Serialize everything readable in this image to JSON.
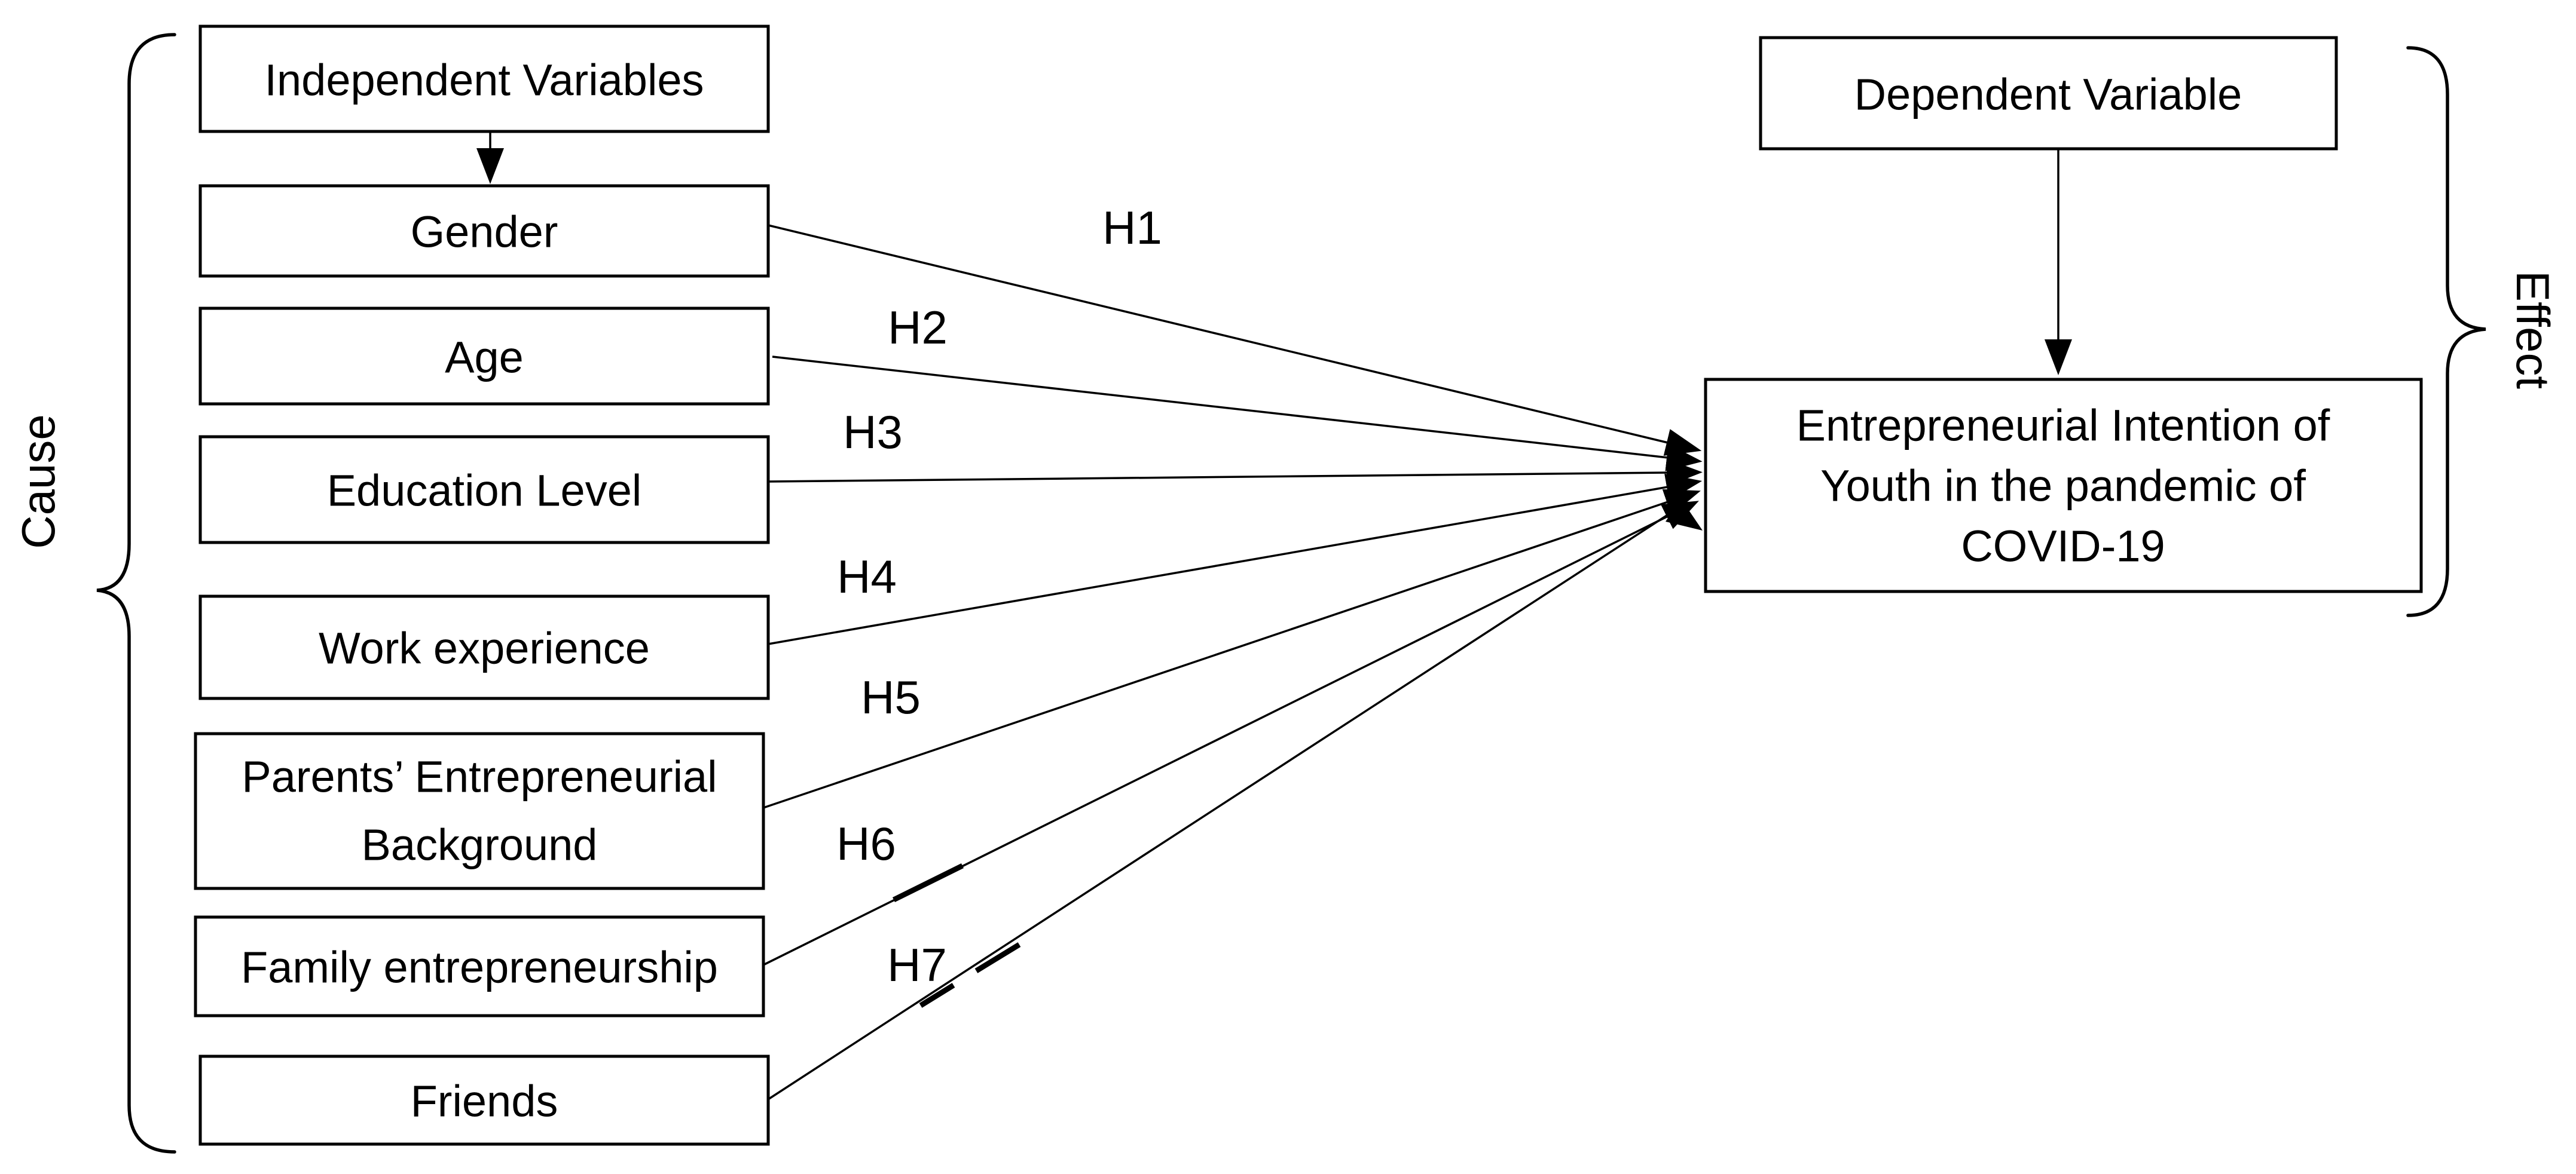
{
  "figure": {
    "type": "hypothesis-model-diagram",
    "background_color": "#ffffff",
    "ink_color": "#000000"
  },
  "groups": {
    "cause_label": "Cause",
    "effect_label": "Effect"
  },
  "headers": {
    "independent": "Independent Variables",
    "dependent": "Dependent Variable"
  },
  "independent_variables": [
    "Gender",
    "Age",
    "Education Level",
    "Work experience",
    "Parents’ Entrepreneurial Background",
    "Family entrepreneurship",
    "Friends"
  ],
  "parents_box_lines": [
    "Parents’ Entrepreneurial",
    "Background"
  ],
  "outcome_box_lines": [
    "Entrepreneurial Intention of",
    "Youth in the pandemic of",
    "COVID-19"
  ],
  "model": {
    "target": "Entrepreneurial Intention of Youth in the pandemic of COVID-19",
    "hypotheses": [
      {
        "label": "H1",
        "from": "Gender"
      },
      {
        "label": "H2",
        "from": "Age"
      },
      {
        "label": "H3",
        "from": "Education Level"
      },
      {
        "label": "H4",
        "from": "Work experience"
      },
      {
        "label": "H5",
        "from": "Parents’ Entrepreneurial Background"
      },
      {
        "label": "H6",
        "from": "Family entrepreneurship"
      },
      {
        "label": "H7",
        "from": "Friends"
      }
    ]
  }
}
